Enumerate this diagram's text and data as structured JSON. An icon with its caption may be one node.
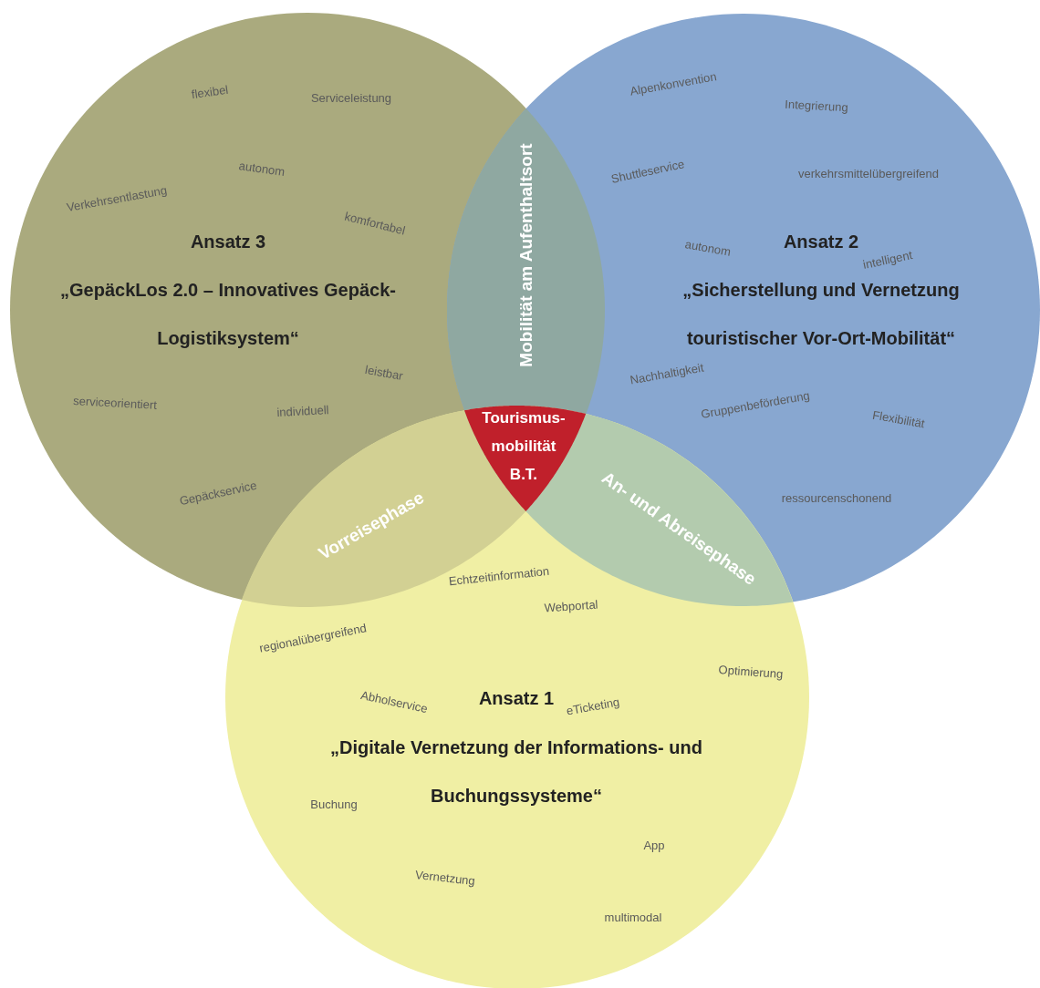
{
  "diagram": {
    "nodes": [
      {
        "text": [
          "Ansatz 3",
          "„GepäckLos 2.0 – Innovatives Gepäck- Logistiksystem“"
        ]
      },
      {
        "text": [
          "Ansatz 2",
          "„Sicherstellung und Vernetzung touristischer Vor-Ort-Mobilität“"
        ]
      },
      {
        "text": [
          "Ansatz 1",
          "„Digitale Vernetzung der Informations- und Buchungssysteme“"
        ]
      },
      {
        "text": [
          "Mobilität am Aufenthaltsort"
        ]
      },
      {
        "text": [
          "Tourismus- mobilität B.T."
        ]
      },
      {
        "text": [
          "Vorreisephase"
        ]
      },
      {
        "text": [
          "An- und Abreisephase"
        ]
      }
    ],
    "edges": [],
    "labels": [
      "flexibel",
      "Serviceleistung",
      "autonom",
      "Verkehrsentlastung",
      "komfortabel",
      "leistbar",
      "serviceorientiert",
      "individuell",
      "Gepäckservice",
      "Alpenkonvention",
      "Integrierung",
      "Shuttleservice",
      "verkehrsmittelübergreifend",
      "autonom",
      "intelligent",
      "Nachhaltigkeit",
      "Gruppenbeförderung",
      "Flexibilität",
      "ressourcenschonend",
      "Echtzeitinformation",
      "Webportal",
      "regionalübergreifend",
      "Optimierung",
      "Abholservice",
      "eTicketing",
      "Buchung",
      "App",
      "Vernetzung",
      "multimodal"
    ]
  }
}
